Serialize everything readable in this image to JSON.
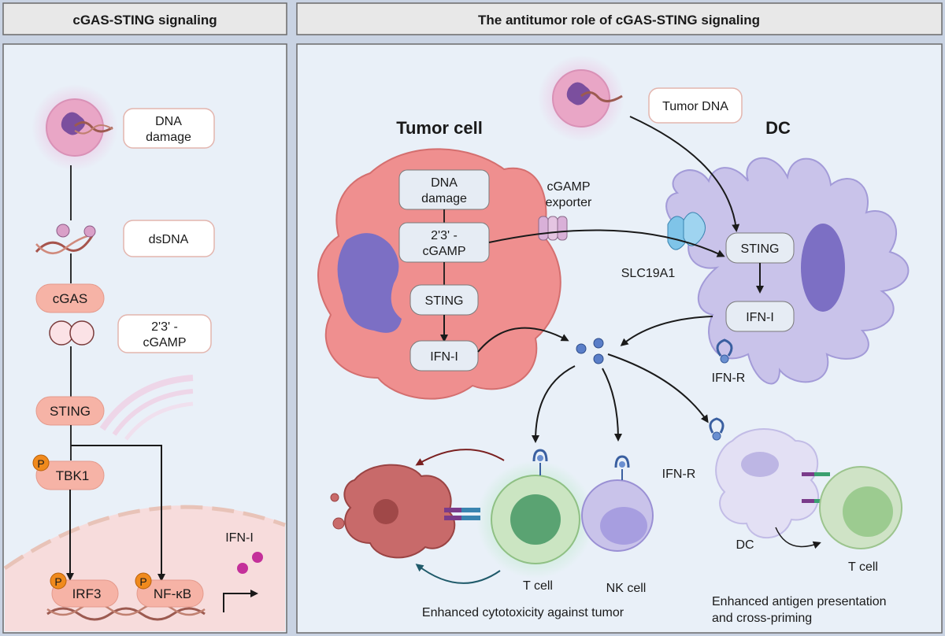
{
  "left_panel": {
    "title": "cGAS-STING signaling",
    "labels": {
      "dna_damage": [
        "DNA",
        "damage"
      ],
      "dsdna": "dsDNA",
      "cgas": "cGAS",
      "cgamp": [
        "2'3' -",
        "cGAMP"
      ],
      "sting": "STING",
      "tbk1": "TBK1",
      "irf3": "IRF3",
      "nfkb": "NF-κB",
      "ifn": "IFN-I",
      "phospho": "P"
    }
  },
  "right_panel": {
    "title": "The antitumor role of cGAS-STING signaling",
    "tumor_cell": {
      "title": "Tumor cell",
      "dna_damage": [
        "DNA",
        "damage"
      ],
      "cgamp": [
        "2'3' -",
        "cGAMP"
      ],
      "sting": "STING",
      "ifn": "IFN-I"
    },
    "exporter": [
      "cGAMP",
      "exporter"
    ],
    "tumor_dna": "Tumor DNA",
    "dc": {
      "title": "DC",
      "slc": "SLC19A1",
      "sting": "STING",
      "ifn": "IFN-I",
      "ifnr": "IFN-R"
    },
    "bottom": {
      "tcell_label": "T cell",
      "nk_label": "NK cell",
      "ifnr_label": "IFN-R",
      "dc_label": "DC",
      "tcell2_label": "T cell",
      "caption_left": "Enhanced cytotoxicity against tumor",
      "caption_right": [
        "Enhanced antigen presentation",
        "and cross-priming"
      ]
    }
  },
  "colors": {
    "tumor": "#ef8f8f",
    "dc": "#c9c3ea",
    "nucleus": "#7c6fc4",
    "panel_bg": "#e9f0f8",
    "header_bg": "#e8e8e8",
    "phospho": "#f08a1d"
  }
}
